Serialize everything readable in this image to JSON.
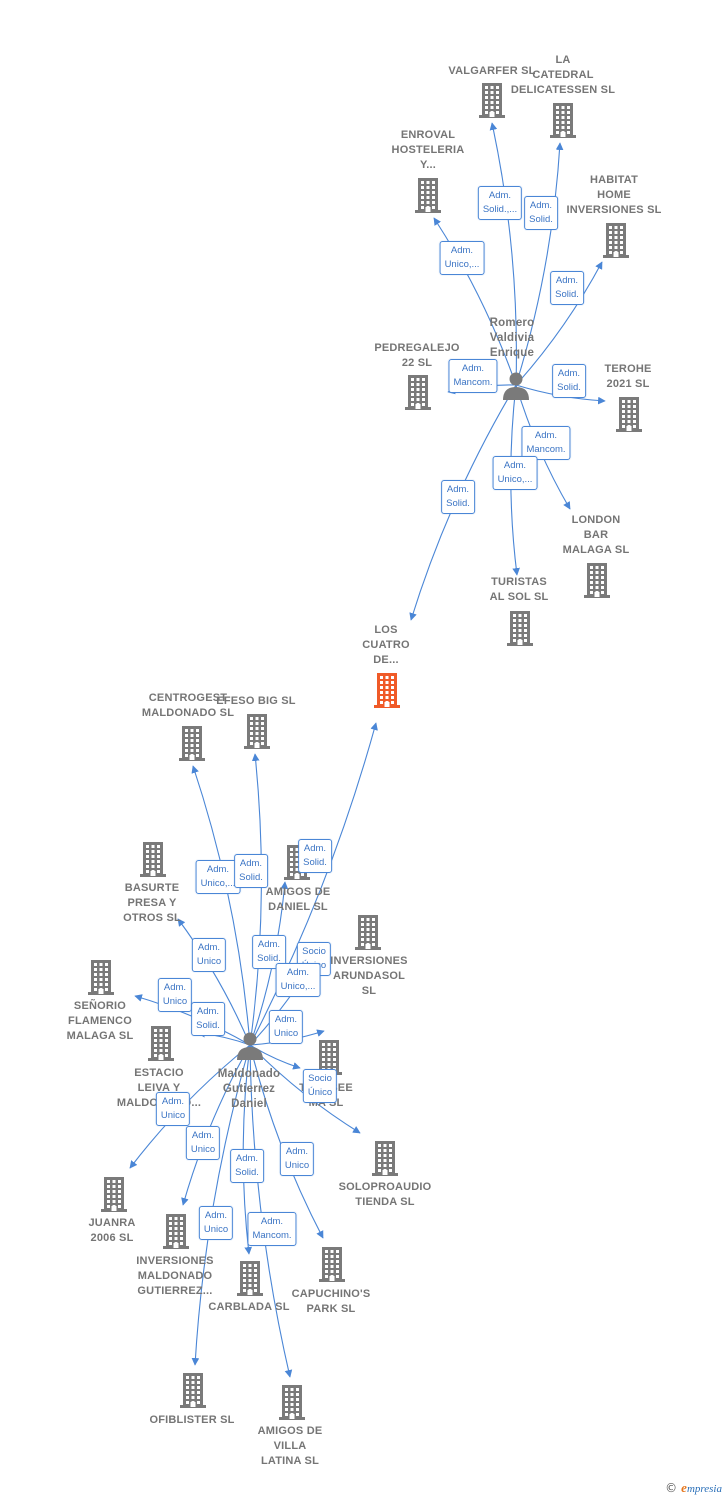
{
  "colors": {
    "building": "#7a7a7a",
    "building_highlight": "#f05a28",
    "person": "#7a7a7a",
    "edge": "#4a86d6",
    "label": "#757575"
  },
  "nodes": [
    {
      "id": "valgarfer",
      "type": "company",
      "label": "VALGARFER SL"
    },
    {
      "id": "catedral",
      "type": "company",
      "label": "LA\nCATEDRAL\nDELICATESSEN SL"
    },
    {
      "id": "enroval",
      "type": "company",
      "label": "ENROVAL\nHOSTELERIA\nY..."
    },
    {
      "id": "habitat",
      "type": "company",
      "label": "HABITAT\nHOME\nINVERSIONES SL"
    },
    {
      "id": "romero",
      "type": "person",
      "label": "Romero\nValdivia\nEnrique"
    },
    {
      "id": "pedregalejo",
      "type": "company",
      "label": "PEDREGALEJO\n22 SL"
    },
    {
      "id": "terohe",
      "type": "company",
      "label": "TEROHE\n2021 SL"
    },
    {
      "id": "london",
      "type": "company",
      "label": "LONDON\nBAR\nMALAGA SL"
    },
    {
      "id": "turistas",
      "type": "company",
      "label": "TURISTAS\nAL SOL SL"
    },
    {
      "id": "cuatro",
      "type": "company",
      "label": "LOS\nCUATRO\nDE...",
      "highlight": true
    },
    {
      "id": "centrogest",
      "type": "company",
      "label": "CENTROGEST\nMALDONADO SL"
    },
    {
      "id": "efeso",
      "type": "company",
      "label": "EFESO BIG SL"
    },
    {
      "id": "amigosdaniel",
      "type": "company",
      "label": "AMIGOS DE\nDANIEL SL"
    },
    {
      "id": "basurte",
      "type": "company",
      "label": "BASURTE\nPRESA Y\nOTROS SL"
    },
    {
      "id": "rundasol",
      "type": "company",
      "label": "INVERSIONES\nARUNDASOL\nSL"
    },
    {
      "id": "senorio",
      "type": "company",
      "label": "SEÑORIO\nFLAMENCO\nMALAGA SL"
    },
    {
      "id": "estacio",
      "type": "company",
      "label": "ESTACIO\nLEIVA Y\nMALDONADO..."
    },
    {
      "id": "maldonado",
      "type": "person",
      "label": "Maldonado\nGutierrez\nDaniel"
    },
    {
      "id": "toussee",
      "type": "company",
      "label": "TOUSSEE\nMA SL"
    },
    {
      "id": "soloproaudio",
      "type": "company",
      "label": "SOLOPROAUDIO\nTIENDA SL"
    },
    {
      "id": "juanra",
      "type": "company",
      "label": "JUANRA\n2006 SL"
    },
    {
      "id": "invmaldonado",
      "type": "company",
      "label": "INVERSIONES\nMALDONADO\nGUTIERREZ..."
    },
    {
      "id": "carblada",
      "type": "company",
      "label": "CARBLADA SL"
    },
    {
      "id": "capuchinos",
      "type": "company",
      "label": "CAPUCHINO'S\nPARK SL"
    },
    {
      "id": "ofiblister",
      "type": "company",
      "label": "OFIBLISTER SL"
    },
    {
      "id": "amigosvilla",
      "type": "company",
      "label": "AMIGOS DE\nVILLA\nLATINA SL"
    }
  ],
  "edges": [
    {
      "from": "romero",
      "to": "valgarfer",
      "role": "Adm.\nSolid.,..."
    },
    {
      "from": "romero",
      "to": "catedral",
      "role": "Adm.\nSolid."
    },
    {
      "from": "romero",
      "to": "enroval",
      "role": "Adm.\nUnico,..."
    },
    {
      "from": "romero",
      "to": "habitat",
      "role": "Adm.\nSolid."
    },
    {
      "from": "romero",
      "to": "pedregalejo",
      "role": "Adm.\nMancom."
    },
    {
      "from": "romero",
      "to": "terohe",
      "role": "Adm.\nSolid."
    },
    {
      "from": "romero",
      "to": "london",
      "role": "Adm.\nMancom."
    },
    {
      "from": "romero",
      "to": "turistas",
      "role": "Adm.\nUnico,..."
    },
    {
      "from": "romero",
      "to": "cuatro",
      "role": "Adm.\nSolid."
    },
    {
      "from": "maldonado",
      "to": "cuatro",
      "role": "Adm.\nSolid."
    },
    {
      "from": "maldonado",
      "to": "centrogest",
      "role": "Adm.\nUnico,..."
    },
    {
      "from": "maldonado",
      "to": "efeso",
      "role": "Adm.\nSolid."
    },
    {
      "from": "maldonado",
      "to": "amigosdaniel",
      "role": "Adm.\nSolid."
    },
    {
      "from": "maldonado",
      "to": "basurte",
      "role": "Adm.\nUnico"
    },
    {
      "from": "maldonado",
      "to": "rundasol",
      "role": "Socio\nÚnico"
    },
    {
      "from": "maldonado",
      "to": "senorio",
      "role": "Adm.\nUnico"
    },
    {
      "from": "maldonado",
      "to": "estacio",
      "role": "Adm.\nSolid."
    },
    {
      "from": "maldonado",
      "to": "toussee",
      "role": "Adm.\nUnico,..."
    },
    {
      "from": "maldonado",
      "to": "toussee",
      "role": "Adm.\nUnico"
    },
    {
      "from": "maldonado",
      "to": "soloproaudio",
      "role": "Socio\nÚnico"
    },
    {
      "from": "maldonado",
      "to": "juanra",
      "role": "Adm.\nUnico"
    },
    {
      "from": "maldonado",
      "to": "invmaldonado",
      "role": "Adm.\nUnico"
    },
    {
      "from": "maldonado",
      "to": "carblada",
      "role": "Adm.\nSolid."
    },
    {
      "from": "maldonado",
      "to": "capuchinos",
      "role": "Adm.\nUnico"
    },
    {
      "from": "maldonado",
      "to": "ofiblister",
      "role": "Adm.\nUnico"
    },
    {
      "from": "maldonado",
      "to": "amigosvilla",
      "role": "Adm.\nMancom."
    }
  ],
  "footer": {
    "copyright": "©",
    "brand_initial": "e",
    "brand_rest": "mpresia"
  }
}
